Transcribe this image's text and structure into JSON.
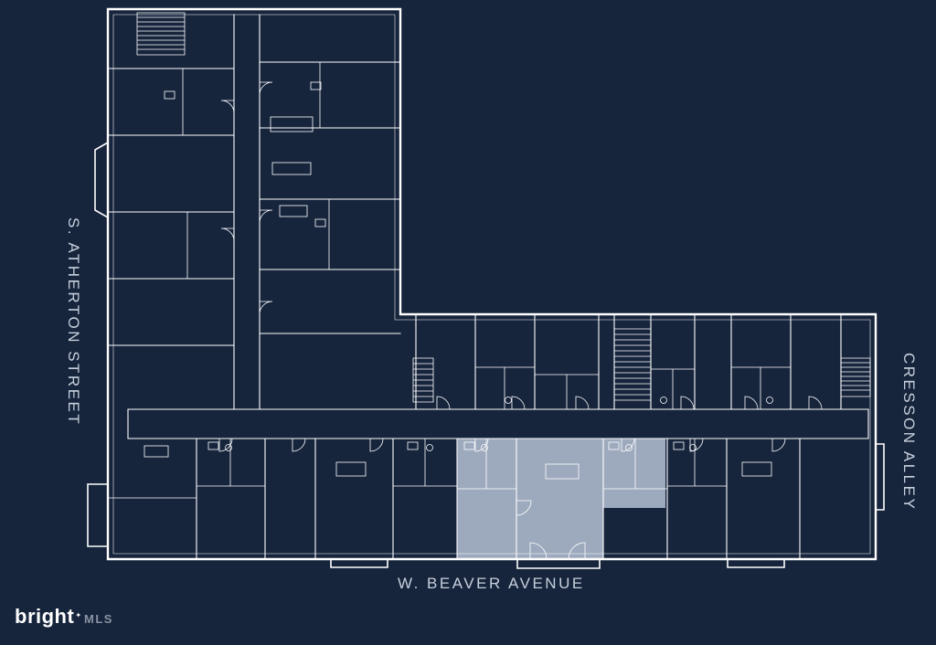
{
  "page": {
    "background": "#16243c",
    "line_color": "#ffffff",
    "highlight_color": "#a9b6c9",
    "label_color": "#c7d0dc"
  },
  "labels": {
    "left": "S. ATHERTON STREET",
    "right": "CRESSON ALLEY",
    "bottom": "W. BEAVER AVENUE"
  },
  "logo": {
    "brand": "bright",
    "star": "✦",
    "suffix": "MLS"
  }
}
